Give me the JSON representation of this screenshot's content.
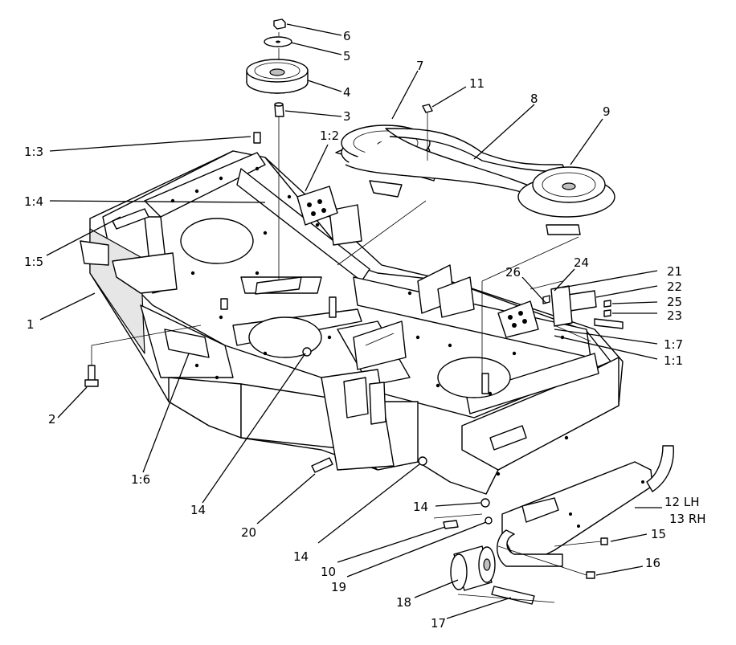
{
  "callouts": [
    {
      "id": "c6",
      "text": "6"
    },
    {
      "id": "c5",
      "text": "5"
    },
    {
      "id": "c4",
      "text": "4"
    },
    {
      "id": "c3",
      "text": "3"
    },
    {
      "id": "c7",
      "text": "7"
    },
    {
      "id": "c11",
      "text": "11"
    },
    {
      "id": "c8",
      "text": "8"
    },
    {
      "id": "c9",
      "text": "9"
    },
    {
      "id": "c1_3",
      "text": "1:3"
    },
    {
      "id": "c1_2",
      "text": "1:2"
    },
    {
      "id": "c1_4",
      "text": "1:4"
    },
    {
      "id": "c1_5",
      "text": "1:5"
    },
    {
      "id": "c1",
      "text": "1"
    },
    {
      "id": "c2",
      "text": "2"
    },
    {
      "id": "c1_6",
      "text": "1:6"
    },
    {
      "id": "c14a",
      "text": "14"
    },
    {
      "id": "c20",
      "text": "20"
    },
    {
      "id": "c14b",
      "text": "14"
    },
    {
      "id": "c10",
      "text": "10"
    },
    {
      "id": "c19",
      "text": "19"
    },
    {
      "id": "c18",
      "text": "18"
    },
    {
      "id": "c17",
      "text": "17"
    },
    {
      "id": "c14c",
      "text": "14"
    },
    {
      "id": "c12",
      "text": "12 LH"
    },
    {
      "id": "c13",
      "text": "13 RH"
    },
    {
      "id": "c15",
      "text": "15"
    },
    {
      "id": "c16",
      "text": "16"
    },
    {
      "id": "c26",
      "text": "26"
    },
    {
      "id": "c24",
      "text": "24"
    },
    {
      "id": "c21",
      "text": "21"
    },
    {
      "id": "c22",
      "text": "22"
    },
    {
      "id": "c25",
      "text": "25"
    },
    {
      "id": "c23",
      "text": "23"
    },
    {
      "id": "c1_7",
      "text": "1:7"
    },
    {
      "id": "c1_1",
      "text": "1:1"
    }
  ]
}
